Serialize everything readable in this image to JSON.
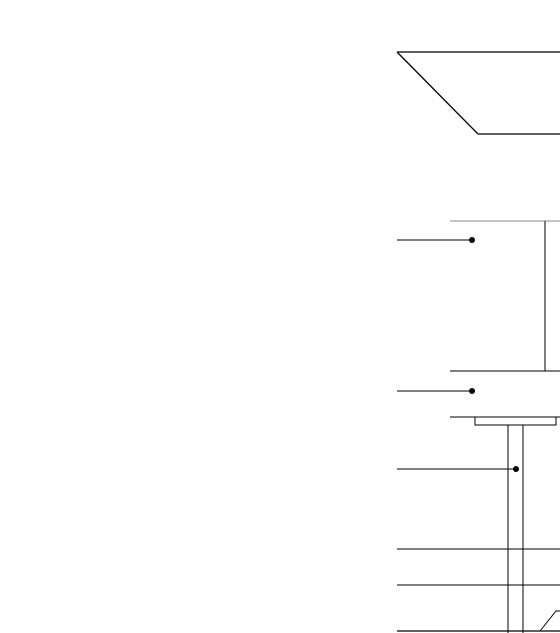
{
  "diagram": {
    "stroke_color": "#000000",
    "faint_color": "#8a8a8a",
    "background": "#ffffff",
    "leaders": [
      "leader-1",
      "leader-2",
      "leader-3",
      "leader-4",
      "leader-5",
      "leader-6"
    ]
  }
}
